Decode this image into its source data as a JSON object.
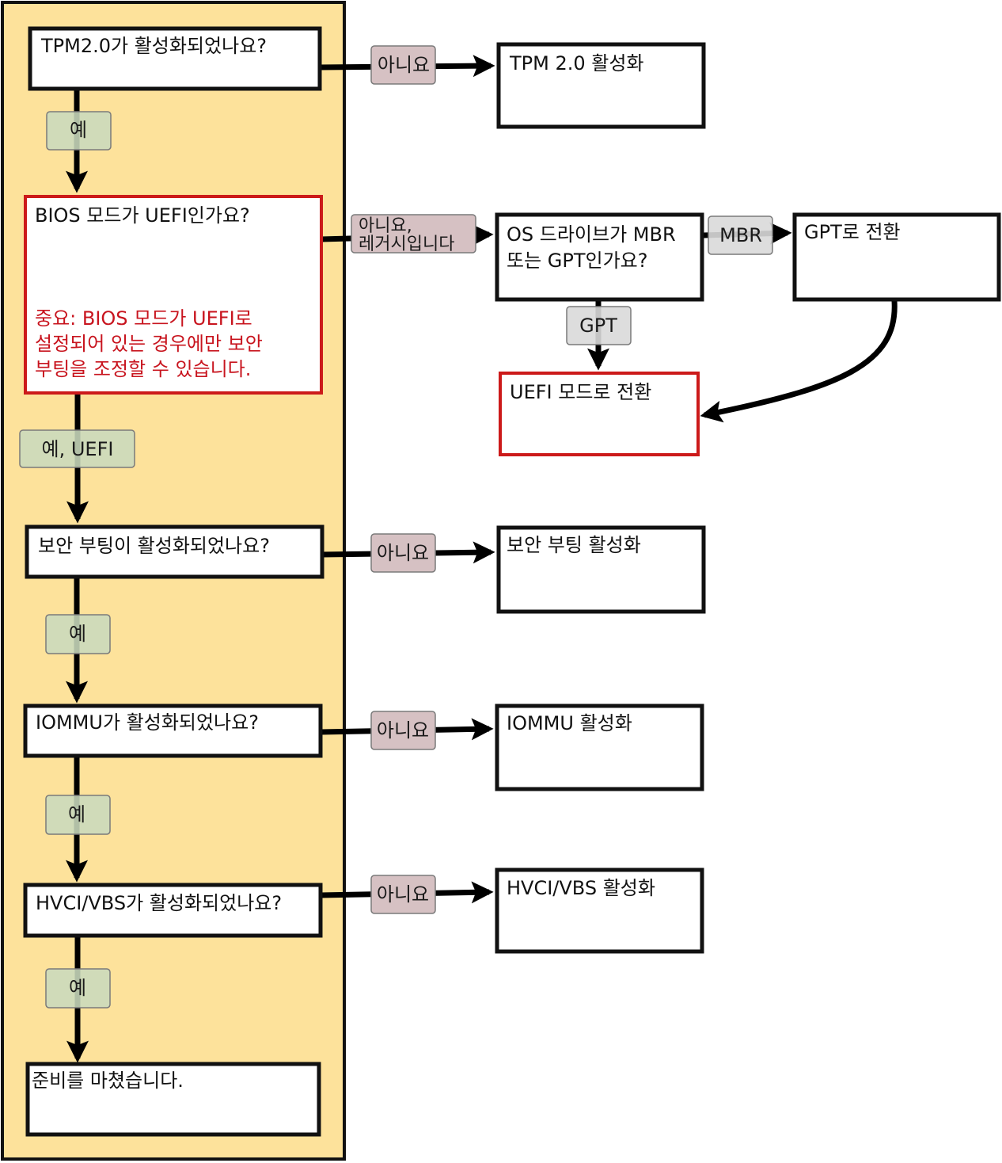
{
  "colors": {
    "swimlane_fill": "#fde29b",
    "node_fill": "#ffffff",
    "node_border": "#111111",
    "warning_border": "#cc1a1a",
    "warning_text": "#c8141e",
    "yes_label_fill": "#c9d9bd",
    "no_label_fill": "#d6c1c3",
    "neutral_label_fill": "#d9d9d9",
    "arrow": "#000000"
  },
  "nodes": {
    "tpm_check": "TPM2.0가 활성화되었나요?",
    "bios_check": "BIOS 모드가 UEFI인가요?",
    "bios_note": [
      "중요: BIOS 모드가 UEFI로",
      "설정되어 있는 경우에만 보안",
      "부팅을 조정할 수 있습니다."
    ],
    "secureboot_check": "보안 부팅이 활성화되었나요?",
    "iommu_check": "IOMMU가 활성화되었나요?",
    "hvci_check": "HVCI/VBS가 활성화되었나요?",
    "ready": "준비를 마쳤습니다.",
    "enable_tpm": "TPM 2.0 활성화",
    "drive_check": [
      "OS 드라이브가 MBR",
      "또는 GPT인가요?"
    ],
    "convert_gpt": "GPT로 전환",
    "switch_uefi": "UEFI 모드로 전환",
    "enable_secureboot": "보안 부팅 활성화",
    "enable_iommu": "IOMMU 활성화",
    "enable_hvci": "HVCI/VBS 활성화"
  },
  "labels": {
    "yes": "예",
    "yes_uefi": "예, UEFI",
    "no": "아니요",
    "no_legacy": [
      "아니요,",
      "레거시입니다"
    ],
    "mbr": "MBR",
    "gpt": "GPT"
  }
}
